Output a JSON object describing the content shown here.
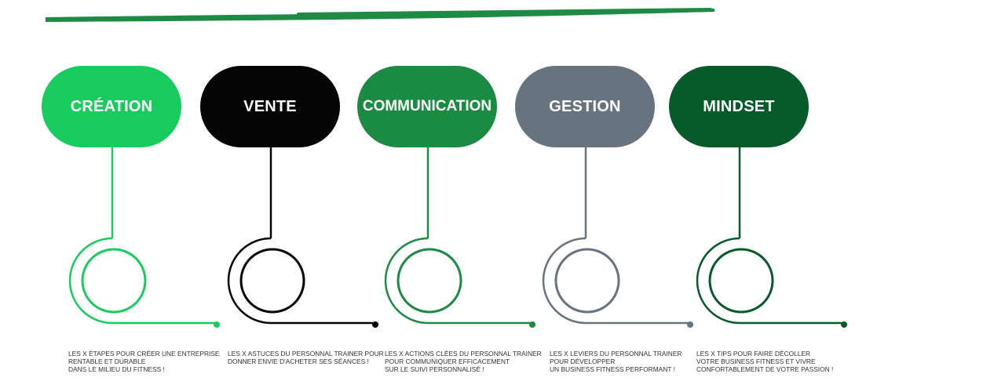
{
  "colors": {
    "brush": "#1e8a44",
    "text": "#333333"
  },
  "steps": [
    {
      "title": "CRÉATION",
      "color": "#17cc5c",
      "desc_lines": [
        "LES X ÉTAPES POUR CRÉER UNE ENTREPRISE",
        "RENTABLE ET DURABLE",
        "DANS LE MILIEU DU FITNESS !"
      ]
    },
    {
      "title": "VENTE",
      "color": "#050505",
      "desc_lines": [
        "LES X ASTUCES DU PERSONNAL TRAINER POUR",
        "DONNER ENVIE D'ACHETER SES SÉANCES !"
      ]
    },
    {
      "title": "COMMUNICATION",
      "color": "#1b8a43",
      "desc_lines": [
        "LES X ACTIONS CLÉES DU PERSONNAL TRAINER",
        "POUR COMMUNIQUER EFFICACEMENT",
        "SUR LE SUIVI PERSONNALISÉ !"
      ]
    },
    {
      "title": "GESTION",
      "color": "#67737f",
      "desc_lines": [
        "LES X LEVIERS DU PERSONNAL TRAINER",
        "POUR DÉVELOPPER",
        "UN BUSINESS FITNESS PERFORMANT !"
      ]
    },
    {
      "title": "MINDSET",
      "color": "#075a2a",
      "desc_lines": [
        "LES X TIPS POUR FAIRE DÉCOLLER",
        "VOTRE BUSINESS FITNESS ET VIVRE",
        "CONFORTABLEMENT DE VOTRE PASSION !"
      ]
    }
  ]
}
